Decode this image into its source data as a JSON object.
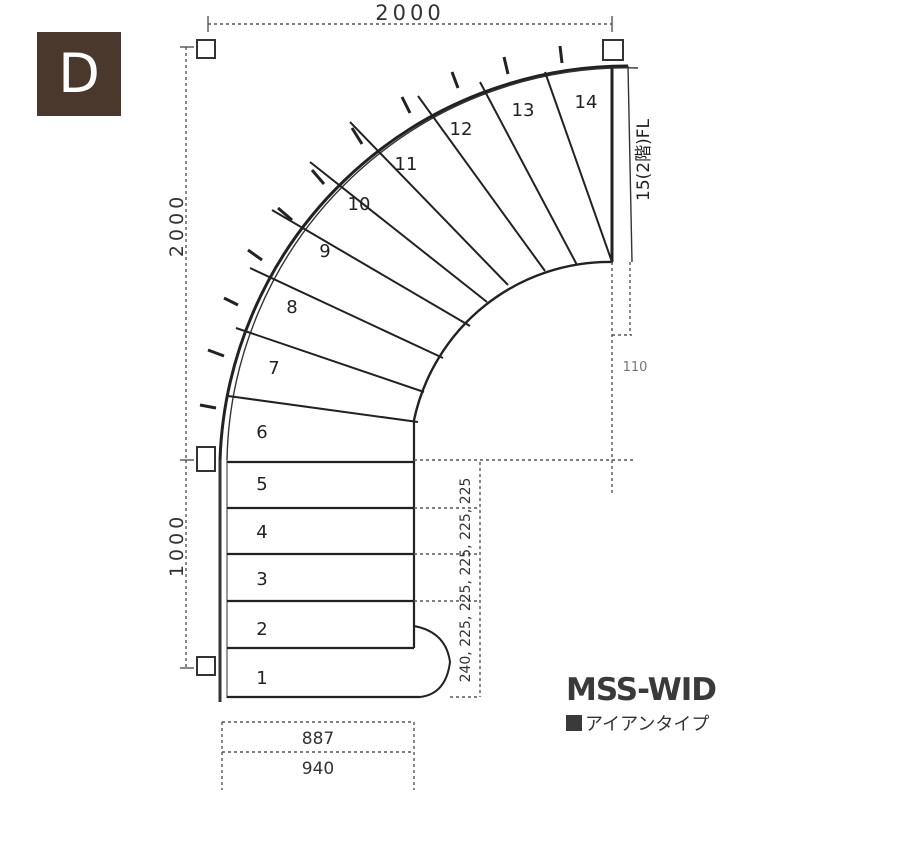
{
  "badge": {
    "letter": "D"
  },
  "dimensions": {
    "top_width": "2000",
    "left_height_upper": "2000",
    "left_height_lower": "1000",
    "landing_offset": "110",
    "tread_depths": "240, 225, 225, 225, 225, 225",
    "bottom_inner": "887",
    "bottom_outer": "940"
  },
  "steps": {
    "straight": [
      "1",
      "2",
      "3",
      "4",
      "5"
    ],
    "winders": [
      "6",
      "7",
      "8",
      "9",
      "10",
      "11",
      "12",
      "13",
      "14"
    ],
    "landing_label": "15(2階)FL"
  },
  "model": {
    "name": "MSS-WID",
    "type_label": "アイアンタイプ"
  }
}
